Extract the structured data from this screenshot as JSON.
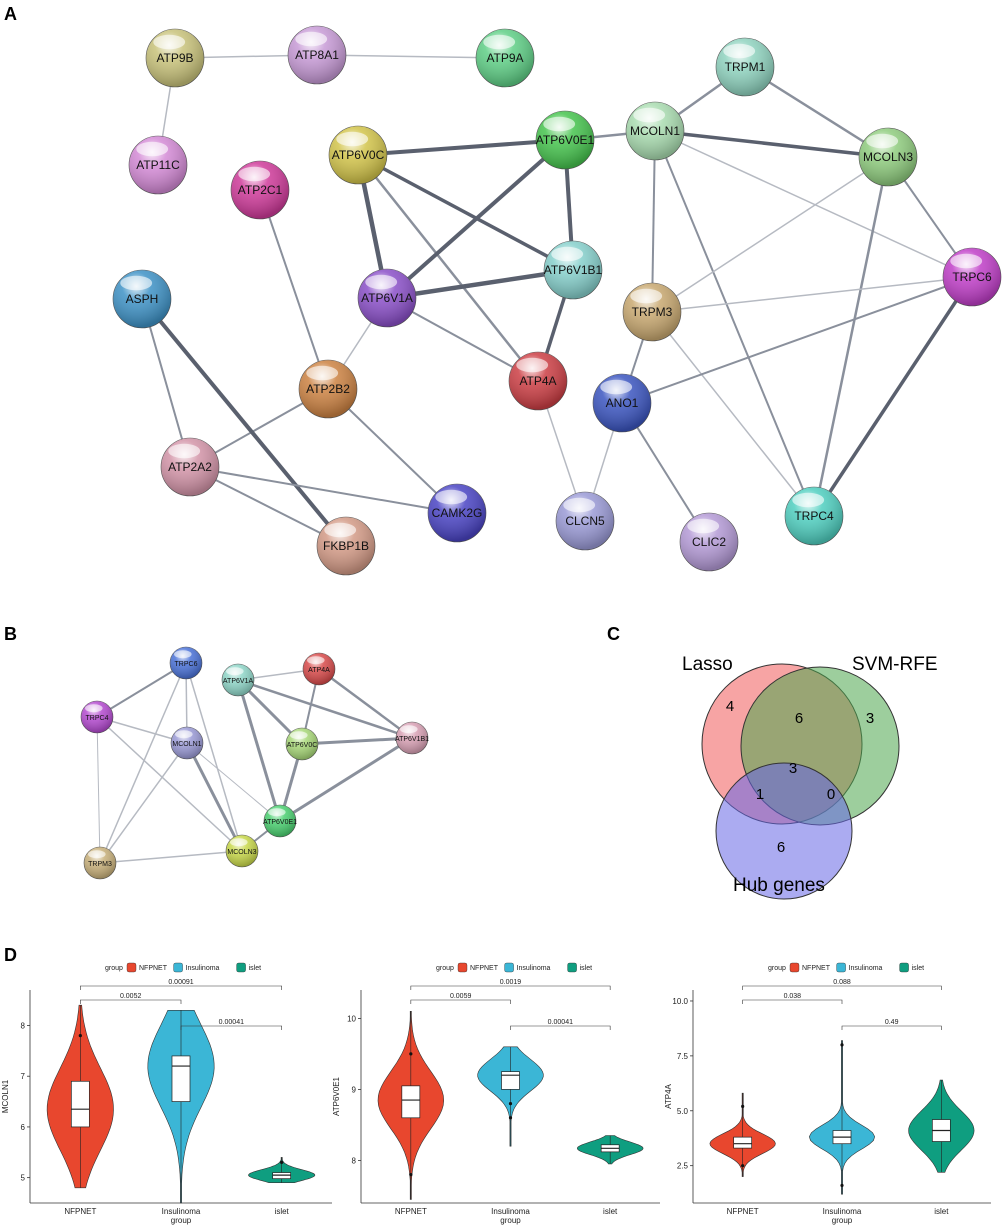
{
  "panels": {
    "a": "A",
    "b": "B",
    "c": "C",
    "d": "D"
  },
  "network_a": {
    "nodes": [
      {
        "id": "ATP9B",
        "color": "#c8c27a"
      },
      {
        "id": "ATP8A1",
        "color": "#c79ad6"
      },
      {
        "id": "ATP9A",
        "color": "#5fcf86"
      },
      {
        "id": "TRPM1",
        "color": "#8fd3bf"
      },
      {
        "id": "ATP11C",
        "color": "#d48ad6"
      },
      {
        "id": "ATP6V0C",
        "color": "#d2c44a"
      },
      {
        "id": "ATP6V0E1",
        "color": "#46c44e"
      },
      {
        "id": "MCOLN1",
        "color": "#a9dcb0"
      },
      {
        "id": "MCOLN3",
        "color": "#8fcc7e"
      },
      {
        "id": "ATP2C1",
        "color": "#cf3a9a"
      },
      {
        "id": "ATP6V1B1",
        "color": "#86d0cc"
      },
      {
        "id": "TRPC6",
        "color": "#c03ec8"
      },
      {
        "id": "ASPH",
        "color": "#3e92c6"
      },
      {
        "id": "ATP6V1A",
        "color": "#8a4fc8"
      },
      {
        "id": "TRPM3",
        "color": "#c8a870"
      },
      {
        "id": "ATP2B2",
        "color": "#cc8242"
      },
      {
        "id": "ATP4A",
        "color": "#cc3e44"
      },
      {
        "id": "ANO1",
        "color": "#3b55c0"
      },
      {
        "id": "ATP2A2",
        "color": "#d394a8"
      },
      {
        "id": "CAMK2G",
        "color": "#4a44c4"
      },
      {
        "id": "CLCN5",
        "color": "#9a9ad6"
      },
      {
        "id": "CLIC2",
        "color": "#b49ad6"
      },
      {
        "id": "TRPC4",
        "color": "#4fcfc0"
      },
      {
        "id": "FKBP1B",
        "color": "#d39a86"
      }
    ],
    "edges": [
      [
        "ATP9B",
        "ATP8A1",
        1.5
      ],
      [
        "ATP8A1",
        "ATP9A",
        1.5
      ],
      [
        "ATP9B",
        "ATP11C",
        1.5
      ],
      [
        "ATP6V0C",
        "ATP6V0E1",
        4
      ],
      [
        "ATP6V0C",
        "ATP6V1A",
        4.5
      ],
      [
        "ATP6V0C",
        "ATP6V1B1",
        3.5
      ],
      [
        "ATP6V0C",
        "ATP4A",
        2.5
      ],
      [
        "ATP6V0E1",
        "ATP6V1A",
        4
      ],
      [
        "ATP6V0E1",
        "ATP6V1B1",
        4
      ],
      [
        "ATP6V1A",
        "ATP6V1B1",
        4.5
      ],
      [
        "ATP6V1A",
        "ATP4A",
        2
      ],
      [
        "ATP6V1B1",
        "ATP4A",
        3.5
      ],
      [
        "ATP6V0E1",
        "MCOLN1",
        2.5
      ],
      [
        "MCOLN1",
        "TRPM1",
        2.5
      ],
      [
        "MCOLN1",
        "MCOLN3",
        3.5
      ],
      [
        "TRPM1",
        "MCOLN3",
        2.5
      ],
      [
        "MCOLN1",
        "TRPM3",
        2
      ],
      [
        "MCOLN1",
        "TRPC6",
        1.5
      ],
      [
        "MCOLN1",
        "TRPC4",
        2
      ],
      [
        "MCOLN3",
        "TRPC6",
        2
      ],
      [
        "MCOLN3",
        "TRPM3",
        1.5
      ],
      [
        "MCOLN3",
        "TRPC4",
        2.5
      ],
      [
        "TRPM3",
        "TRPC6",
        1.5
      ],
      [
        "TRPM3",
        "ANO1",
        2
      ],
      [
        "TRPM3",
        "TRPC4",
        1.5
      ],
      [
        "TRPC6",
        "ANO1",
        2
      ],
      [
        "TRPC6",
        "TRPC4",
        3.5
      ],
      [
        "ANO1",
        "CLCN5",
        1.5
      ],
      [
        "ANO1",
        "CLIC2",
        2
      ],
      [
        "ATP4A",
        "CLCN5",
        1.5
      ],
      [
        "ATP2C1",
        "ATP2B2",
        2
      ],
      [
        "ATP6V1A",
        "ATP2B2",
        1.5
      ],
      [
        "ATP2B2",
        "ATP2A2",
        2
      ],
      [
        "ATP2B2",
        "CAMK2G",
        2
      ],
      [
        "ASPH",
        "ATP2A2",
        2
      ],
      [
        "ASPH",
        "FKBP1B",
        4
      ],
      [
        "ATP2A2",
        "CAMK2G",
        2
      ],
      [
        "ATP2A2",
        "FKBP1B",
        2
      ]
    ]
  },
  "network_b": {
    "nodes": [
      {
        "id": "TRPC6",
        "color": "#4a72d8"
      },
      {
        "id": "ATP6V1A",
        "color": "#8fd6c8"
      },
      {
        "id": "ATP4A",
        "color": "#d84a4a"
      },
      {
        "id": "TRPC4",
        "color": "#b44ad0"
      },
      {
        "id": "MCOLN1",
        "color": "#9a9ad6"
      },
      {
        "id": "ATP6V0C",
        "color": "#a8d878"
      },
      {
        "id": "ATP6V1B1",
        "color": "#d8a0b4"
      },
      {
        "id": "ATP6V0E1",
        "color": "#4ad070"
      },
      {
        "id": "MCOLN3",
        "color": "#c8d84a"
      },
      {
        "id": "TRPM3",
        "color": "#c8b07a"
      }
    ],
    "edges": [
      [
        "TRPC6",
        "TRPC4",
        2
      ],
      [
        "TRPC6",
        "MCOLN1",
        1.5
      ],
      [
        "TRPC6",
        "MCOLN3",
        1.5
      ],
      [
        "TRPC6",
        "TRPM3",
        1.5
      ],
      [
        "TRPC4",
        "MCOLN1",
        1.5
      ],
      [
        "TRPC4",
        "MCOLN3",
        1.5
      ],
      [
        "TRPC4",
        "TRPM3",
        1
      ],
      [
        "MCOLN1",
        "MCOLN3",
        3
      ],
      [
        "MCOLN1",
        "TRPM3",
        1.5
      ],
      [
        "MCOLN1",
        "ATP6V0E1",
        1
      ],
      [
        "MCOLN3",
        "ATP6V0E1",
        2
      ],
      [
        "MCOLN3",
        "TRPM3",
        1.5
      ],
      [
        "ATP6V1A",
        "ATP4A",
        1.5
      ],
      [
        "ATP6V1A",
        "ATP6V0C",
        3
      ],
      [
        "ATP6V1A",
        "ATP6V0E1",
        3
      ],
      [
        "ATP6V1A",
        "ATP6V1B1",
        2.5
      ],
      [
        "ATP4A",
        "ATP6V0C",
        2
      ],
      [
        "ATP4A",
        "ATP6V1B1",
        2.5
      ],
      [
        "ATP6V0C",
        "ATP6V0E1",
        3
      ],
      [
        "ATP6V0C",
        "ATP6V1B1",
        3
      ],
      [
        "ATP6V0E1",
        "ATP6V1B1",
        3
      ]
    ]
  },
  "venn": {
    "sets": [
      {
        "name": "Lasso",
        "color": "#f05a5a"
      },
      {
        "name": "SVM-RFE",
        "color": "#4ca64c"
      },
      {
        "name": "Hub genes",
        "color": "#6666e6"
      }
    ],
    "counts": {
      "lasso_only": "4",
      "lasso_svm": "6",
      "svm_only": "3",
      "all_three": "3",
      "lasso_hub": "1",
      "svm_hub": "0",
      "hub_only": "6"
    }
  },
  "chart_data": [
    {
      "type": "violin",
      "ylabel": "MCOLN1",
      "xlabel": "group",
      "categories": [
        "NFPNET",
        "Insulinoma",
        "islet"
      ],
      "colors": [
        "#e8472e",
        "#3bb6d6",
        "#0f9e80"
      ],
      "legend_title": "group",
      "legend_items": [
        "NFPNET",
        "Insulinoma",
        "islet"
      ],
      "ylim": [
        4.5,
        8.7
      ],
      "yticks": [
        "5",
        "6",
        "7",
        "8"
      ],
      "series": [
        {
          "name": "NFPNET",
          "min": 4.8,
          "q1": 6.0,
          "median": 6.35,
          "q3": 6.9,
          "max": 8.4,
          "outliers": [
            7.8
          ]
        },
        {
          "name": "Insulinoma",
          "min": 4.5,
          "q1": 6.5,
          "median": 7.2,
          "q3": 7.4,
          "max": 8.3,
          "outliers": []
        },
        {
          "name": "islet",
          "min": 4.9,
          "q1": 4.98,
          "median": 5.05,
          "q3": 5.1,
          "max": 5.4,
          "outliers": [
            5.3
          ]
        }
      ],
      "comparisons": [
        {
          "from": 0,
          "to": 1,
          "p": "0.0052"
        },
        {
          "from": 0,
          "to": 2,
          "p": "0.00091"
        },
        {
          "from": 1,
          "to": 2,
          "p": "0.00041"
        }
      ]
    },
    {
      "type": "violin",
      "ylabel": "ATP6V0E1",
      "xlabel": "group",
      "categories": [
        "NFPNET",
        "Insulinoma",
        "islet"
      ],
      "colors": [
        "#e8472e",
        "#3bb6d6",
        "#0f9e80"
      ],
      "legend_title": "group",
      "legend_items": [
        "NFPNET",
        "Insulinoma",
        "islet"
      ],
      "ylim": [
        7.4,
        10.4
      ],
      "yticks": [
        "8",
        "9",
        "10"
      ],
      "series": [
        {
          "name": "NFPNET",
          "min": 7.45,
          "q1": 8.6,
          "median": 8.85,
          "q3": 9.05,
          "max": 10.1,
          "outliers": [
            7.8,
            9.5
          ]
        },
        {
          "name": "Insulinoma",
          "min": 8.2,
          "q1": 9.0,
          "median": 9.2,
          "q3": 9.25,
          "max": 9.6,
          "outliers": [
            8.6,
            8.8
          ]
        },
        {
          "name": "islet",
          "min": 7.95,
          "q1": 8.12,
          "median": 8.17,
          "q3": 8.22,
          "max": 8.35,
          "outliers": []
        }
      ],
      "comparisons": [
        {
          "from": 0,
          "to": 1,
          "p": "0.0059"
        },
        {
          "from": 0,
          "to": 2,
          "p": "0.0019"
        },
        {
          "from": 1,
          "to": 2,
          "p": "0.00041"
        }
      ]
    },
    {
      "type": "violin",
      "ylabel": "ATP4A",
      "xlabel": "group",
      "categories": [
        "NFPNET",
        "Insulinoma",
        "islet"
      ],
      "colors": [
        "#e8472e",
        "#3bb6d6",
        "#0f9e80"
      ],
      "legend_title": "group",
      "legend_items": [
        "NFPNET",
        "Insulinoma",
        "islet"
      ],
      "ylim": [
        0.8,
        10.5
      ],
      "yticks": [
        "2.5",
        "5.0",
        "7.5",
        "10.0"
      ],
      "series": [
        {
          "name": "NFPNET",
          "min": 2.0,
          "q1": 3.3,
          "median": 3.5,
          "q3": 3.8,
          "max": 5.8,
          "outliers": [
            2.5,
            5.2
          ]
        },
        {
          "name": "Insulinoma",
          "min": 1.2,
          "q1": 3.5,
          "median": 3.8,
          "q3": 4.1,
          "max": 8.2,
          "outliers": [
            1.6,
            8.0
          ]
        },
        {
          "name": "islet",
          "min": 2.2,
          "q1": 3.6,
          "median": 4.1,
          "q3": 4.6,
          "max": 6.4,
          "outliers": []
        }
      ],
      "comparisons": [
        {
          "from": 0,
          "to": 1,
          "p": "0.038"
        },
        {
          "from": 0,
          "to": 2,
          "p": "0.088"
        },
        {
          "from": 1,
          "to": 2,
          "p": "0.49"
        }
      ]
    }
  ]
}
